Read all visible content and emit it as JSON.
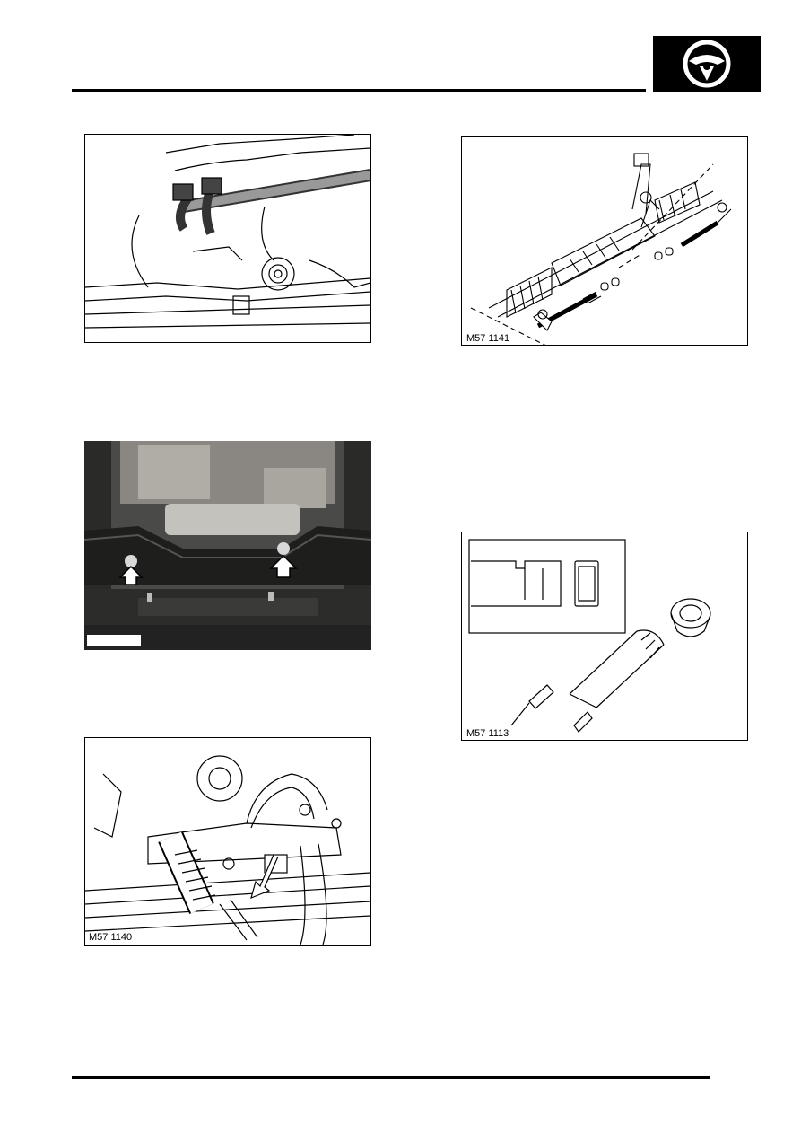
{
  "header": {
    "section_icon": "steering-wheel-icon"
  },
  "figures": {
    "fig1": {
      "ref": ""
    },
    "fig2": {
      "ref": ""
    },
    "fig3": {
      "ref": "M57 1140"
    },
    "fig4": {
      "ref": "M57 1141"
    },
    "fig5": {
      "ref": "M57 1113"
    }
  },
  "colors": {
    "rule": "#000000",
    "badge": "#000000",
    "photo_dark": "#2b2b2b",
    "photo_metal": "#9a9a96"
  }
}
